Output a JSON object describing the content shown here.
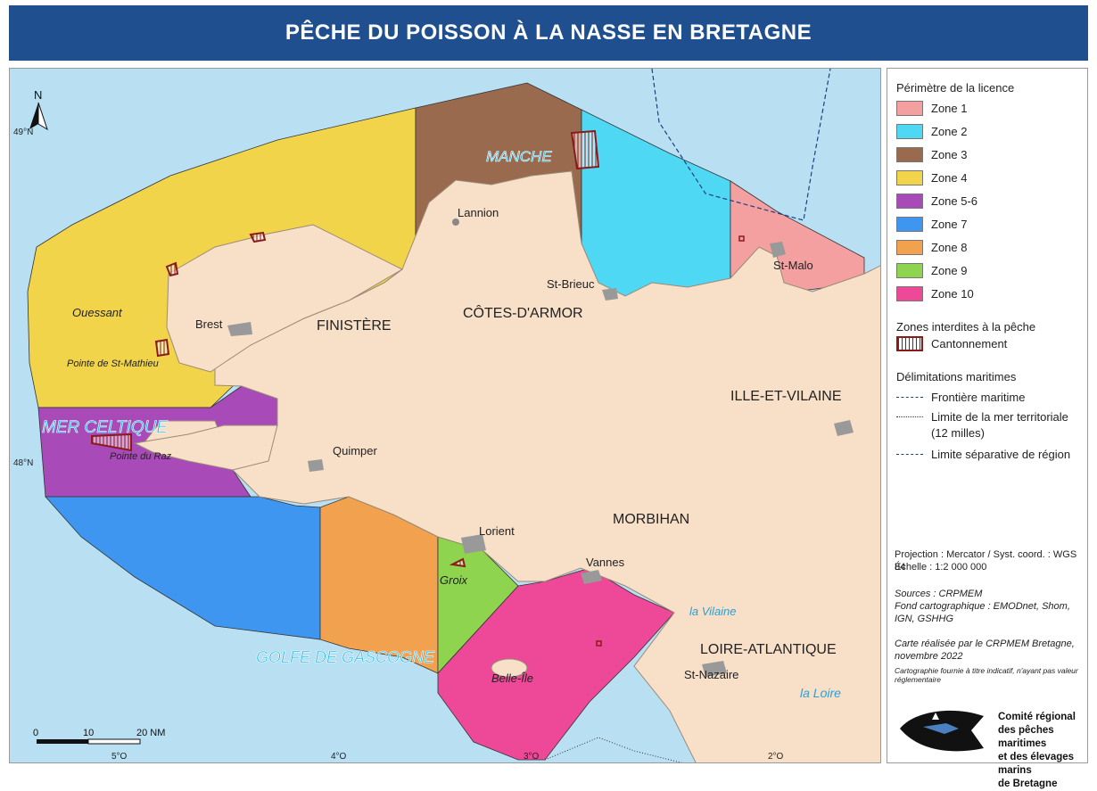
{
  "title": "PÊCHE DU POISSON À LA NASSE EN BRETAGNE",
  "map": {
    "north": "N",
    "lat_labels": [
      "49°N",
      "48°N"
    ],
    "lon_labels": [
      "5°O",
      "4°O",
      "3°O",
      "2°O"
    ],
    "departments": [
      "FINISTÈRE",
      "CÔTES-D'ARMOR",
      "ILLE-ET-VILAINE",
      "MORBIHAN",
      "LOIRE-ATLANTIQUE"
    ],
    "cities": [
      "Lannion",
      "St-Brieuc",
      "St-Malo",
      "Brest",
      "Quimper",
      "Lorient",
      "Vannes",
      "St-Nazaire"
    ],
    "islands": [
      "Ouessant",
      "Pointe de St-Mathieu",
      "Pointe du Raz",
      "Groix",
      "Belle-Île"
    ],
    "seas": [
      "MANCHE",
      "MER CELTIQUE",
      "GOLFE DE GASCOGNE"
    ],
    "rivers": [
      "la Vilaine",
      "la Loire"
    ],
    "scale": {
      "ticks": [
        "0",
        "10",
        "20 NM"
      ]
    }
  },
  "legend": {
    "perimeter_title": "Périmètre de la licence",
    "zones": [
      {
        "label": "Zone 1",
        "color": "#f4a0a0"
      },
      {
        "label": "Zone 2",
        "color": "#4fd8f4"
      },
      {
        "label": "Zone 3",
        "color": "#9a6a4e"
      },
      {
        "label": "Zone 4",
        "color": "#f2d44a"
      },
      {
        "label": "Zone 5-6",
        "color": "#a84ab8"
      },
      {
        "label": "Zone 7",
        "color": "#3f96f0"
      },
      {
        "label": "Zone 8",
        "color": "#f2a24e"
      },
      {
        "label": "Zone 9",
        "color": "#8ed44e"
      },
      {
        "label": "Zone 10",
        "color": "#ee4898"
      }
    ],
    "forbidden_title": "Zones interdites à la pêche",
    "forbidden_item": "Cantonnement",
    "maritime_title": "Délimitations maritimes",
    "maritime_lines": [
      "Frontière maritime",
      "Limite de la mer territoriale",
      "(12 milles)",
      "Limite séparative de région"
    ],
    "projection": "Projection : Mercator / Syst. coord. : WGS 84",
    "scale_text": "Échelle : 1:2 000 000",
    "sources_label": "Sources : CRPMEM",
    "sources_bg": "Fond cartographique : EMODnet, Shom, IGN, GSHHG",
    "made_by": "Carte réalisée par le CRPMEM Bretagne, novembre 2022",
    "disclaimer": "Cartographie fournie à titre indicatif, n'ayant pas valeur réglementaire",
    "org_lines": [
      "Comité régional",
      "des pêches maritimes",
      "et des élevages marins",
      "de Bretagne"
    ]
  }
}
